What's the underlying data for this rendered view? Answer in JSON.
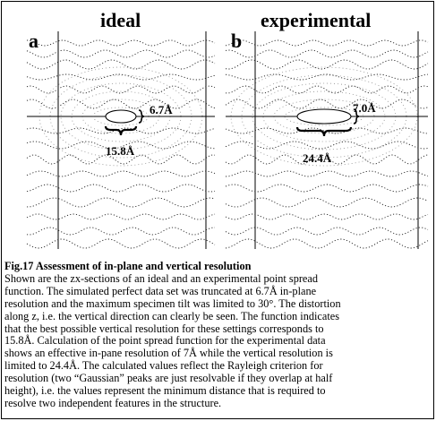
{
  "panels": [
    {
      "letter": "a",
      "title": "ideal",
      "horizontal_label": "15.8Å",
      "vertical_label": "6.7Å"
    },
    {
      "letter": "b",
      "title": "experimental",
      "horizontal_label": "24.4Å",
      "vertical_label": "7.0Å"
    }
  ],
  "caption": {
    "title": "Fig.17   Assessment of in-plane and vertical resolution",
    "lines": [
      "Shown are the zx-sections of an ideal and an experimental point spread",
      "function. The simulated perfect data set was truncated at 6.7Å in-plane",
      "resolution and the maximum specimen tilt was limited to 30°. The distortion",
      "along z, i.e. the vertical direction can clearly be seen. The function indicates",
      "that the best possible vertical resolution for these settings corresponds to",
      "15.8Å. Calculation of the point spread function for the experimental data",
      "shows an effective in-pane resolution of 7Å while the vertical resolution is",
      "limited to 24.4Å. The calculated values reflect the Rayleigh criterion for",
      "resolution (two “Gaussian” peaks are just resolvable if they overlap at half",
      "height), i.e. the values represent the minimum distance that is required to",
      "resolve two independent features in the structure."
    ]
  }
}
